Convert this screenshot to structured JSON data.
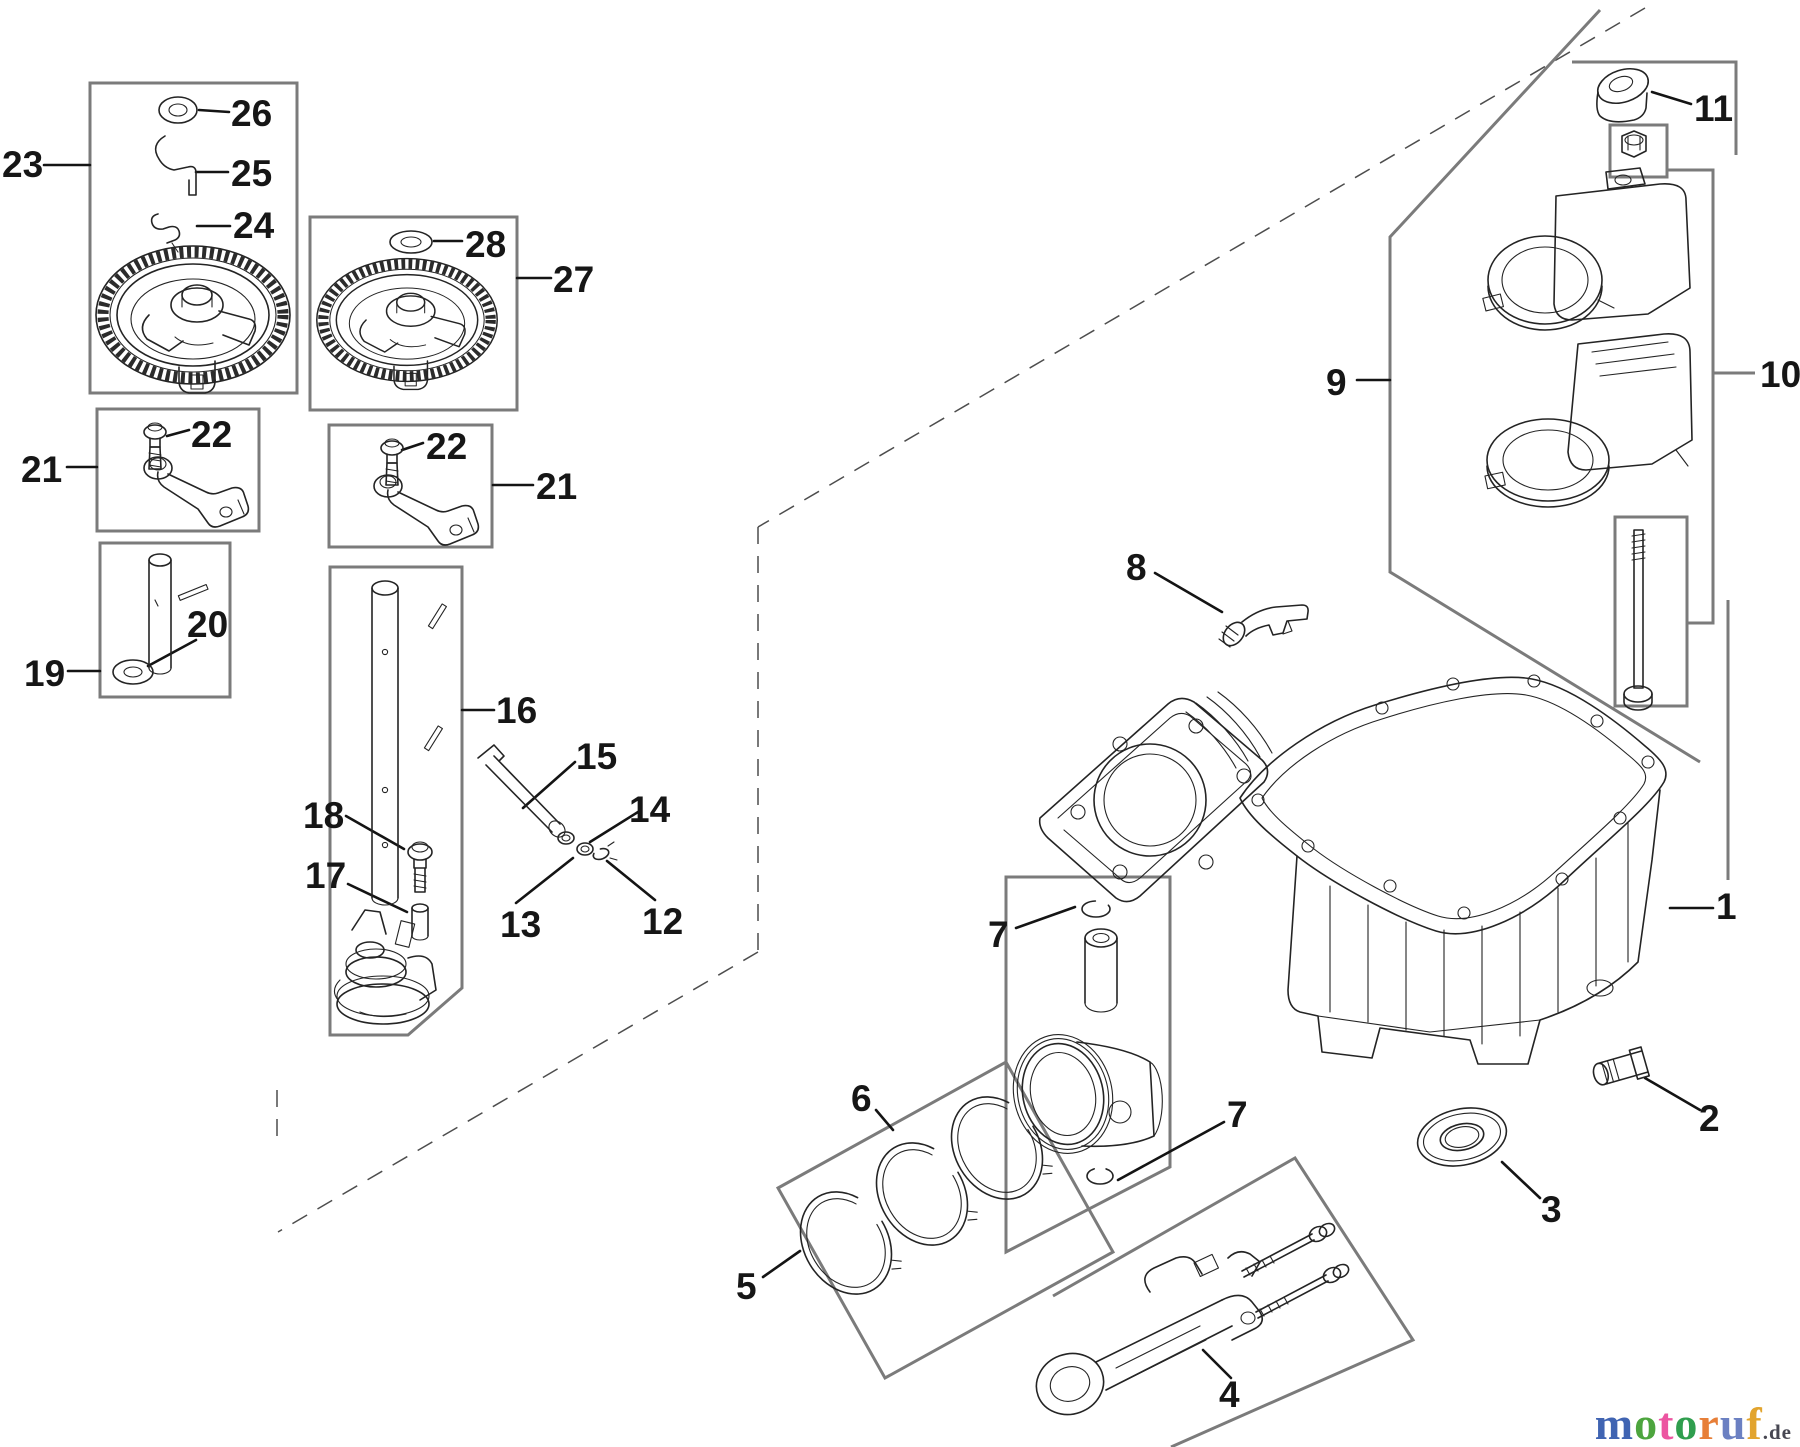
{
  "diagram": {
    "description_colors": {
      "line": "#242424",
      "group_box": "#7b7b7b",
      "leader": "#141414",
      "dash": "#4d4d4d"
    },
    "callouts": {
      "n1": "1",
      "n2": "2",
      "n3": "3",
      "n4": "4",
      "n5": "5",
      "n6": "6",
      "n7a": "7",
      "n7b": "7",
      "n8": "8",
      "n9": "9",
      "n10": "10",
      "n11": "11",
      "n12": "12",
      "n13": "13",
      "n14": "14",
      "n15": "15",
      "n16": "16",
      "n17": "17",
      "n18": "18",
      "n19": "19",
      "n20": "20",
      "n21l": "21",
      "n21r": "21",
      "n22l": "22",
      "n22r": "22",
      "n23": "23",
      "n24": "24",
      "n25": "25",
      "n26": "26",
      "n27": "27",
      "n28": "28"
    }
  },
  "logo": {
    "letters": [
      {
        "t": "m",
        "c": "#4064b2"
      },
      {
        "t": "o",
        "c": "#4da53e"
      },
      {
        "t": "t",
        "c": "#ec55a1"
      },
      {
        "t": "o",
        "c": "#2f9e4e"
      },
      {
        "t": "r",
        "c": "#e77f38"
      },
      {
        "t": "u",
        "c": "#6b80c2"
      },
      {
        "t": "f",
        "c": "#e2a42e"
      }
    ],
    "suffix": ".de",
    "suffix_color": "#474752"
  }
}
